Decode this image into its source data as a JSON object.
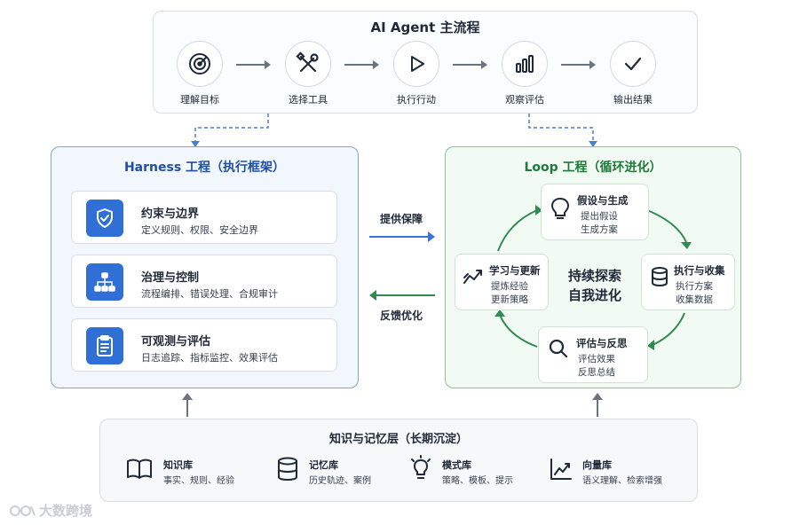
{
  "main_flow": {
    "title": "AI Agent 主流程",
    "steps": [
      {
        "label": "理解目标",
        "icon": "target-icon"
      },
      {
        "label": "选择工具",
        "icon": "tools-icon"
      },
      {
        "label": "执行行动",
        "icon": "play-icon"
      },
      {
        "label": "观察评估",
        "icon": "bar-chart-icon"
      },
      {
        "label": "输出结果",
        "icon": "check-icon"
      }
    ]
  },
  "harness": {
    "title": "Harness 工程（执行框架）",
    "cards": [
      {
        "title": "约束与边界",
        "desc": "定义规则、权限、安全边界",
        "icon": "shield-check-icon"
      },
      {
        "title": "治理与控制",
        "desc": "流程编排、错误处理、合规审计",
        "icon": "org-chart-icon"
      },
      {
        "title": "可观测与评估",
        "desc": "日志追踪、指标监控、效果评估",
        "icon": "clipboard-icon"
      }
    ]
  },
  "bridge": {
    "provide": "提供保障",
    "feedback": "反馈优化"
  },
  "loop": {
    "title": "Loop 工程（循环进化）",
    "center_line1": "持续探索",
    "center_line2": "自我进化",
    "cards": {
      "top": {
        "title": "假设与生成",
        "line1": "提出假设",
        "line2": "生成方案",
        "icon": "lightbulb-icon"
      },
      "right": {
        "title": "执行与收集",
        "line1": "执行方案",
        "line2": "收集数据",
        "icon": "database-icon"
      },
      "bottom": {
        "title": "评估与反思",
        "line1": "评估效果",
        "line2": "反思总结",
        "icon": "magnifier-icon"
      },
      "left": {
        "title": "学习与更新",
        "line1": "提炼经验",
        "line2": "更新策略",
        "icon": "trend-icon"
      }
    }
  },
  "knowledge": {
    "title": "知识与记忆层（长期沉淀）",
    "items": [
      {
        "title": "知识库",
        "desc": "事实、规则、经验",
        "icon": "book-icon"
      },
      {
        "title": "记忆库",
        "desc": "历史轨迹、案例",
        "icon": "database-icon"
      },
      {
        "title": "模式库",
        "desc": "策略、模板、提示",
        "icon": "lightbulb-icon"
      },
      {
        "title": "向量库",
        "desc": "语义理解、检索增强",
        "icon": "line-chart-icon"
      }
    ]
  },
  "watermark": "大数跨境",
  "colors": {
    "harness_blue": "#2f6fd6",
    "loop_green": "#2e8b4f",
    "arrow_gray": "#6b7280"
  }
}
